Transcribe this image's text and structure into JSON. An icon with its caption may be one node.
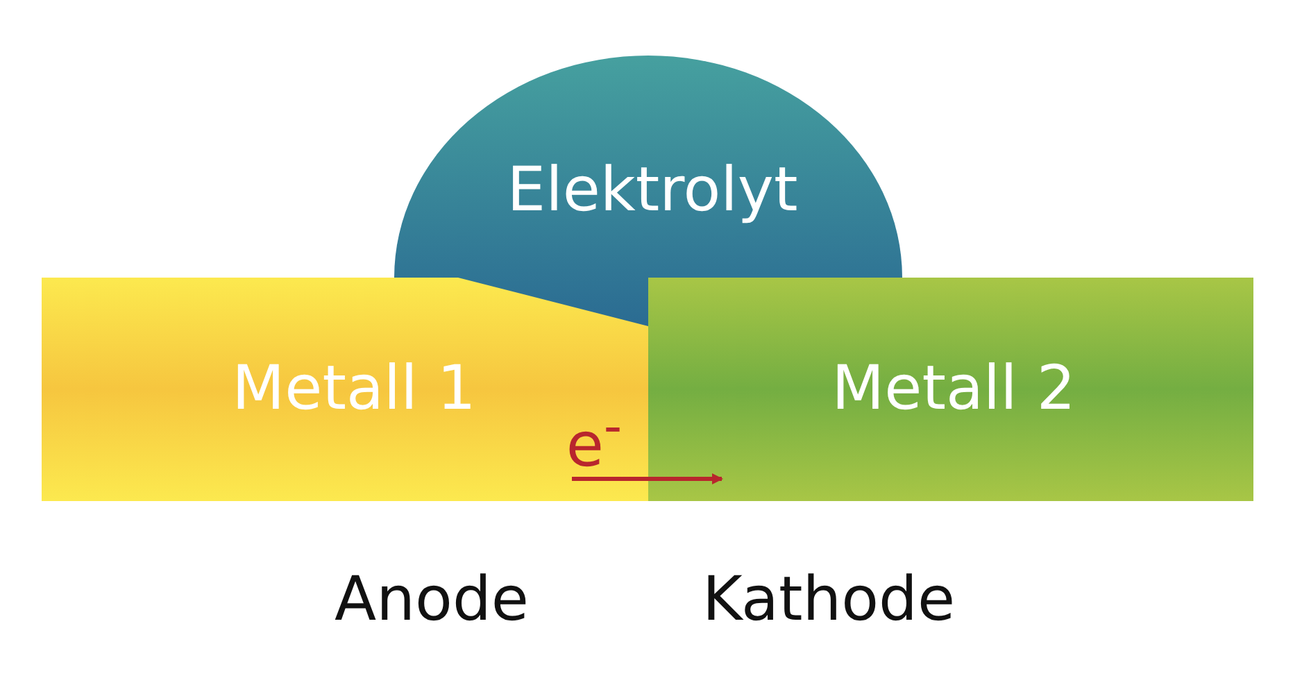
{
  "diagram": {
    "nodes": [
      {
        "text": [
          "Elektrolyt"
        ]
      },
      {
        "text": [
          "Metall 1"
        ]
      },
      {
        "text": [
          "Metall 2"
        ]
      }
    ],
    "edges": [
      {
        "from": 1,
        "to": 2,
        "arrow": "to",
        "label": "e$^{-}$",
        "color": "#b8262d"
      }
    ],
    "labels": [
      "Anode",
      "Kathode"
    ]
  }
}
